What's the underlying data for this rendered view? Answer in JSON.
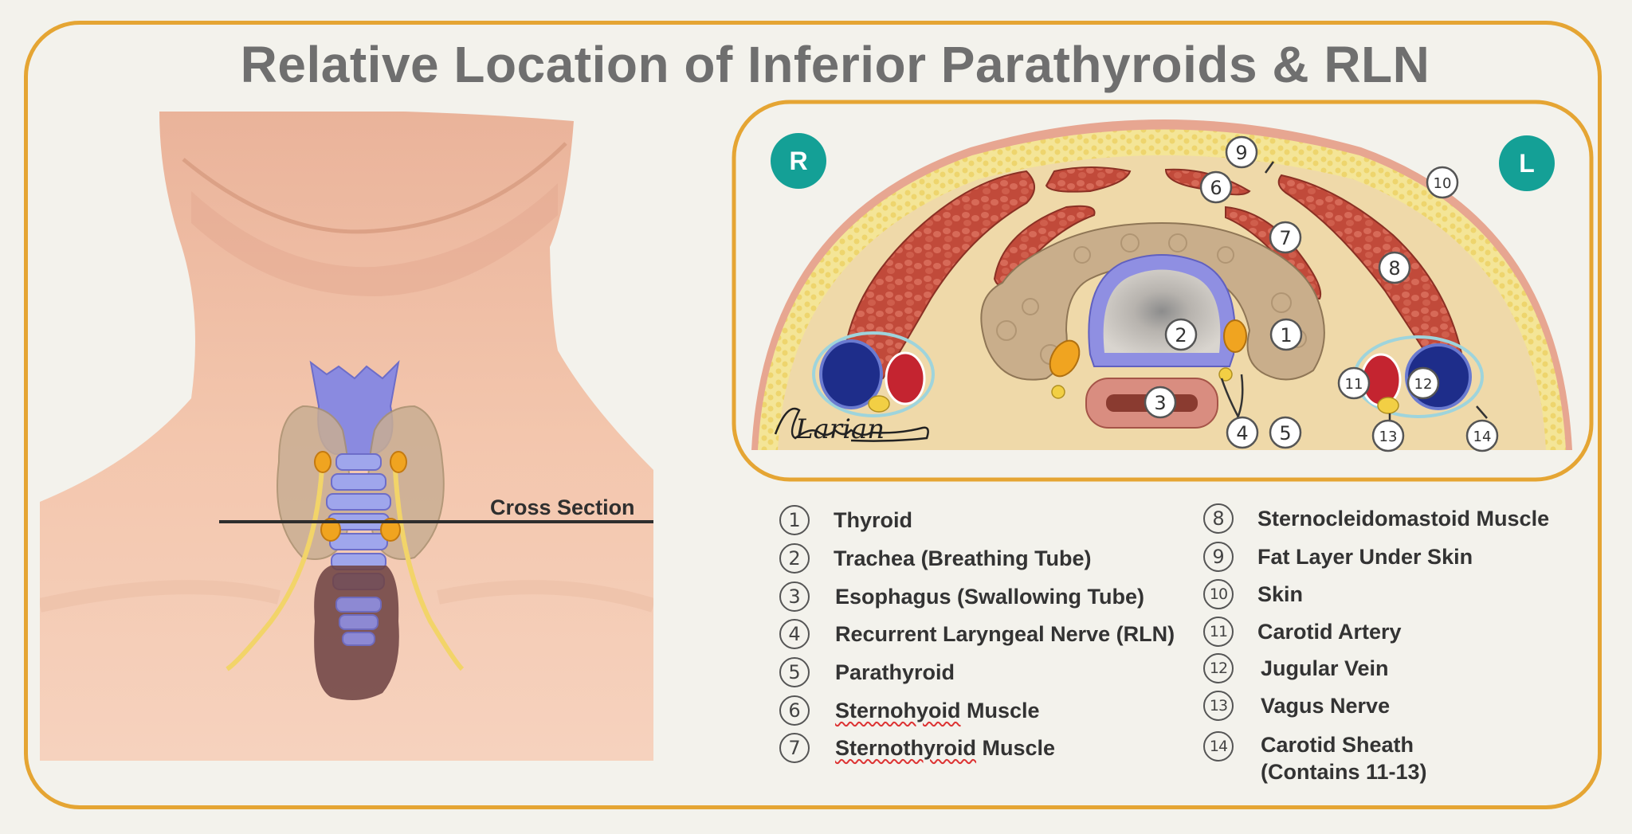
{
  "title": "Relative Location of Inferior Parathyroids & RLN",
  "cross_section_label": "Cross Section",
  "side_labels": {
    "right": "R",
    "left": "L"
  },
  "signature": "Larian",
  "colors": {
    "frame": "#e5a533",
    "badge": "#14a096",
    "skin": "#f1c0a4",
    "thyroid": "#c4a88a",
    "trachea": "#8f8fe2",
    "muscle": "#c14a3a",
    "fat": "#f2e08a",
    "parathyroid": "#f0a420",
    "nerve": "#f2d469",
    "artery": "#c42430",
    "vein": "#1e2d8a"
  },
  "legend": [
    {
      "num": "1",
      "label": "Thyroid"
    },
    {
      "num": "2",
      "label": "Trachea (Breathing Tube)"
    },
    {
      "num": "3",
      "label": "Esophagus (Swallowing Tube)"
    },
    {
      "num": "4",
      "label": "Recurrent Laryngeal Nerve (RLN)"
    },
    {
      "num": "5",
      "label": "Parathyroid"
    },
    {
      "num": "6",
      "label_a": "Sternohyoid",
      "label_b": " Muscle"
    },
    {
      "num": "7",
      "label_a": "Sternothyroid",
      "label_b": " Muscle"
    },
    {
      "num": "8",
      "label": "Sternocleidomastoid Muscle"
    },
    {
      "num": "9",
      "label": "Fat Layer Under Skin"
    },
    {
      "num": "10",
      "label": "Skin"
    },
    {
      "num": "11",
      "label": "Carotid Artery"
    },
    {
      "num": "12",
      "label": "Jugular Vein"
    },
    {
      "num": "13",
      "label": "Vagus Nerve"
    },
    {
      "num": "14",
      "label_a": "Carotid Sheath",
      "label_b": "(Contains 11-13)"
    }
  ]
}
